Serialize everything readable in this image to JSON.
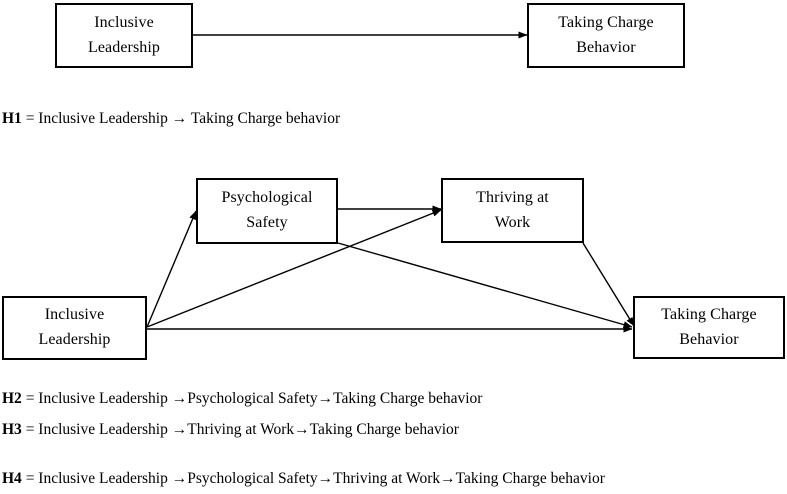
{
  "figure": {
    "type": "research-model-diagram",
    "background_color": "#ffffff",
    "line_color": "#000000"
  },
  "model_simple": {
    "nodes": [
      {
        "id": "inclusive-leadership",
        "line1": "Inclusive",
        "line2": "Leadership"
      },
      {
        "id": "taking-charge-behavior",
        "line1": "Taking Charge",
        "line2": "Behavior"
      }
    ],
    "edges": [
      {
        "from": "inclusive-leadership",
        "to": "taking-charge-behavior"
      }
    ]
  },
  "model_full": {
    "nodes": [
      {
        "id": "psychological-safety",
        "line1": "Psychological",
        "line2": "Safety"
      },
      {
        "id": "thriving-at-work",
        "line1": "Thriving at",
        "line2": "Work"
      },
      {
        "id": "inclusive-leadership",
        "line1": "Inclusive",
        "line2": "Leadership"
      },
      {
        "id": "taking-charge-behavior",
        "line1": "Taking Charge",
        "line2": "Behavior"
      }
    ],
    "edges": [
      {
        "from": "inclusive-leadership",
        "to": "psychological-safety"
      },
      {
        "from": "inclusive-leadership",
        "to": "thriving-at-work"
      },
      {
        "from": "inclusive-leadership",
        "to": "taking-charge-behavior"
      },
      {
        "from": "psychological-safety",
        "to": "thriving-at-work"
      },
      {
        "from": "psychological-safety",
        "to": "taking-charge-behavior"
      },
      {
        "from": "thriving-at-work",
        "to": "taking-charge-behavior"
      }
    ]
  },
  "hypotheses": [
    {
      "tag": "H1",
      "text": " = Inclusive Leadership → Taking Charge behavior"
    },
    {
      "tag": "H2",
      "text": " = Inclusive Leadership →Psychological Safety→Taking Charge behavior"
    },
    {
      "tag": "H3",
      "text": " = Inclusive Leadership →Thriving at Work→Taking Charge behavior"
    },
    {
      "tag": "H4",
      "text": " = Inclusive Leadership →Psychological Safety→Thriving at Work→Taking Charge behavior"
    }
  ]
}
